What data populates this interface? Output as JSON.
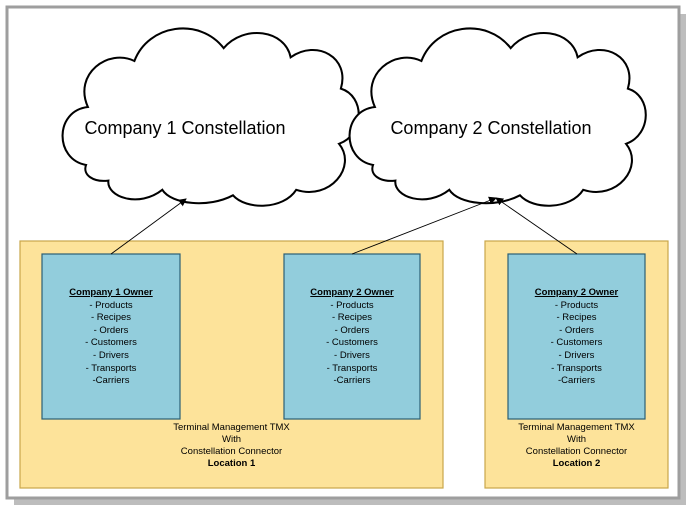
{
  "clouds": [
    {
      "title": "Company 1 Constellation"
    },
    {
      "title": "Company 2 Constellation"
    }
  ],
  "locations": [
    {
      "system": "Terminal Management TMX",
      "with": "With",
      "connector": "Constellation Connector",
      "name": "Location 1",
      "owners": [
        {
          "title": "Company 1 Owner",
          "items": [
            "- Products",
            "- Recipes",
            "- Orders",
            "- Customers",
            "- Drivers",
            "- Transports",
            "-Carriers"
          ]
        },
        {
          "title": "Company 2 Owner",
          "items": [
            "- Products",
            "- Recipes",
            "- Orders",
            "- Customers",
            "- Drivers",
            "- Transports",
            "-Carriers"
          ]
        }
      ]
    },
    {
      "system": "Terminal Management TMX",
      "with": "With",
      "connector": "Constellation Connector",
      "name": "Location 2",
      "owners": [
        {
          "title": "Company 2 Owner",
          "items": [
            "- Products",
            "- Recipes",
            "- Orders",
            "- Customers",
            "- Drivers",
            "- Transports",
            "-Carriers"
          ]
        }
      ]
    }
  ],
  "colors": {
    "location_fill": "#FDE39A",
    "location_stroke": "#C9A64A",
    "owner_fill": "#92CDDC",
    "owner_stroke": "#2B5F75",
    "frame": "#9E9E9E"
  }
}
